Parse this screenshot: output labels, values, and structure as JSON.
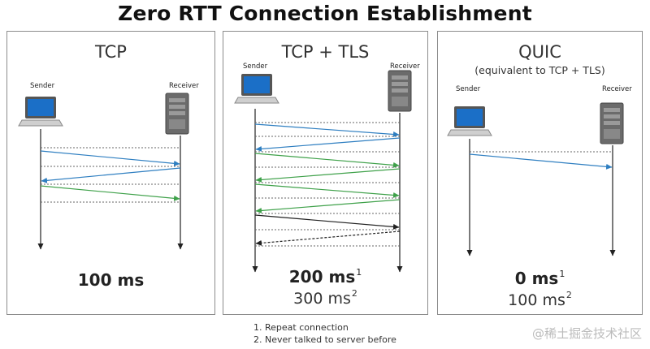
{
  "title": "Zero RTT Connection Establishment",
  "colors": {
    "blue": "#2f7fc1",
    "green": "#3fa14a",
    "black": "#222222",
    "dotted": "#666666",
    "laptop_screen": "#1b6fc7"
  },
  "icons": {
    "sender": "laptop-icon",
    "receiver": "server-tower-icon"
  },
  "panels": {
    "tcp": {
      "title": "TCP",
      "sender_label": "Sender",
      "receiver_label": "Receiver",
      "time_primary": "100 ms"
    },
    "tls": {
      "title": "TCP + TLS",
      "sender_label": "Sender",
      "receiver_label": "Receiver",
      "time_primary": "200 ms",
      "time_primary_note": "1",
      "time_secondary": "300 ms",
      "time_secondary_note": "2"
    },
    "quic": {
      "title": "QUIC",
      "subtitle": "(equivalent to TCP + TLS)",
      "sender_label": "Sender",
      "receiver_label": "Receiver",
      "time_primary": "0 ms",
      "time_primary_note": "1",
      "time_secondary": "100 ms",
      "time_secondary_note": "2"
    }
  },
  "footnotes": [
    "1. Repeat connection",
    "2. Never talked to server before"
  ],
  "watermark": "@稀土掘金技术社区"
}
